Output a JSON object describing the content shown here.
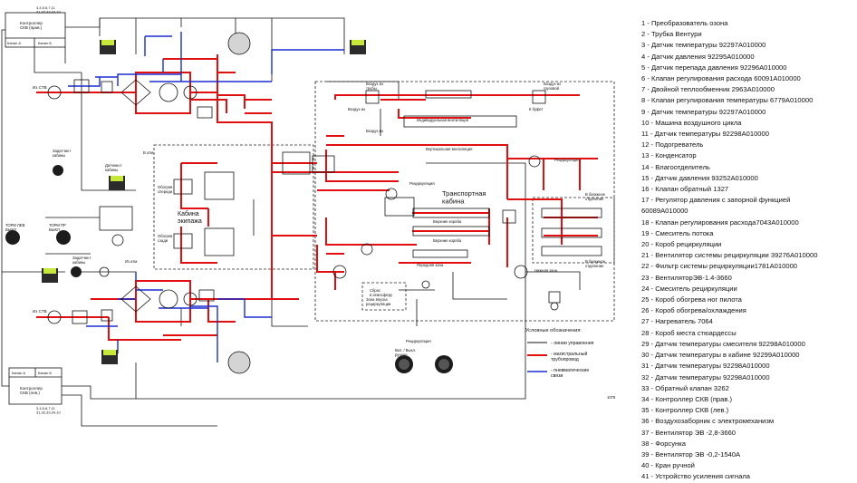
{
  "controllers": {
    "right": {
      "spec": "3,4,5,6,7,11\n31,32,33,34,10",
      "title": "Контроллер\nСКВ (прав.)",
      "chan_a": "Канал А",
      "chan_b": "Канал Б"
    },
    "left": {
      "chan_a": "Канал А",
      "chan_b": "Канал Б",
      "title": "Контроллер\nСКВ (лев.)",
      "spec": "3,4,5,6,7,11\n31,32,33,34,10"
    }
  },
  "labels": {
    "ks_right": "Из СТВ",
    "ks_left": "Из СТВ",
    "cabin_crew": "Кабина\nэкипажа",
    "cabin_transport": "Транспортная\nкабина",
    "recirc_top": "Рециркуляция",
    "recirc_mid": "Рециркуляция",
    "recirc_bottom": "Рециркуляция",
    "heat_crew_a": "Обогрев\nспереди",
    "heat_crew_b": "Обогрев\nсзади",
    "air_to_pipe": "Воздух из\nтрубы",
    "air_cargo": "Воздух из\nгрузовой",
    "air_side_left": "Воздух из",
    "air_side_right": "Воздух из",
    "buffet": "К буфет",
    "lower_zone": "Нижняя зона",
    "front_zone": "Передняя зона",
    "upper_box": "Верхние короба",
    "upper_box_2": "Верхние короба",
    "cargo_a": "В багажное\nотделение",
    "cargo_b": "В багажное\nотделение",
    "to_dump": "Сброс\nв атмосферу",
    "zone_sup": "Зона впуска\nрециркуляции",
    "rear_note": "Вертикальная вентиляция",
    "ind_vent": "Индивидуальная вентиляция",
    "overboard": "Из атм.",
    "to_atm": "В атм.",
    "zone_temp": "Задатчик t\nкабины",
    "zone_temp_2": "Задатчик t\nкабины",
    "manual": "Вкл. / Выкл.\nручное",
    "zone_temp_small": "Датчики t\nкабины",
    "mode_left": "ТОРМ ЛЕВ\nВЫКЛ",
    "mode_right": "ТОРМ ПР\nВЫКЛ",
    "drawing_no": "1078"
  },
  "legend_title": "Условные обозначения:",
  "line_types": [
    {
      "label": "- линии управления",
      "color": "#111111"
    },
    {
      "label": "- магистральный\nтрубопровод",
      "color": "#e01010"
    },
    {
      "label": "- пневматические\nсвязи",
      "color": "#1a2fd0"
    }
  ],
  "legend": [
    "1 -    Преобразователь озона",
    "2 - Трубка Вентури",
    "3 - Датчик температуры 92297А010000",
    "4 - Датчик давления 92295А010000",
    "5 - Датчик перепада давления 92296А010000",
    "6 - Клапан регулирования расхода 60091А010000",
    "7 - Двойной теплообменник 2963А010000",
    "8 - Клапан регулирования температуры 6779А010000",
    "9   -  Датчик температуры 92297А010000",
    "10  -  Машина воздушного цикла",
    "11 - Датчик температуры 92298А010000",
    "12  -  Подогреватель",
    "13 - Конденсатор",
    "14 - Влагоотделитель",
    "15 - Датчик давления 93252А010000",
    "16 - Клапан обратный 1327",
    "17 - Регулятор давления с запорной функцией",
    "        60089А010000",
    "18 - Клапан регулирования расхода7043А010000",
    "19 - Смеситель потока",
    "20 - Короб рециркуляции",
    "21 - Вентилятор системы рециркуляции 39276А010000",
    "22 - Фильтр системы рециркуляции1781А010000",
    "23 - ВентиляторЭВ-1.4-3660",
    "24 - Смеситель рециркуляции",
    "25 -  Короб обогрева ног пилота",
    "26  -  Короб обогрева/охлаждения",
    "27 - Нагреватель 7064",
    "28 - Короб места стюардессы",
    "29 - Датчик температуры смесителя 92298А010000",
    "30 -  Датчик температуры в кабине 92299А010000",
    "31 - Датчик температуры 92298А010000",
    "32 - Датчик температуры 92298А010000",
    "33 - Обратный клапан 3262",
    "34 - Контроллер СКВ (прав.)",
    "35 - Контроллер СКВ (лев.)",
    "36 - Воздухозаборник с электромеханизм",
    "37 - Вентилятор ЭВ -2,8-3660",
    "38 - Форсунка",
    "39 - Вентилятор ЭВ -0,2-1540А",
    "40 - Кран ручной",
    "41 - Устройство усиления сигнала"
  ]
}
